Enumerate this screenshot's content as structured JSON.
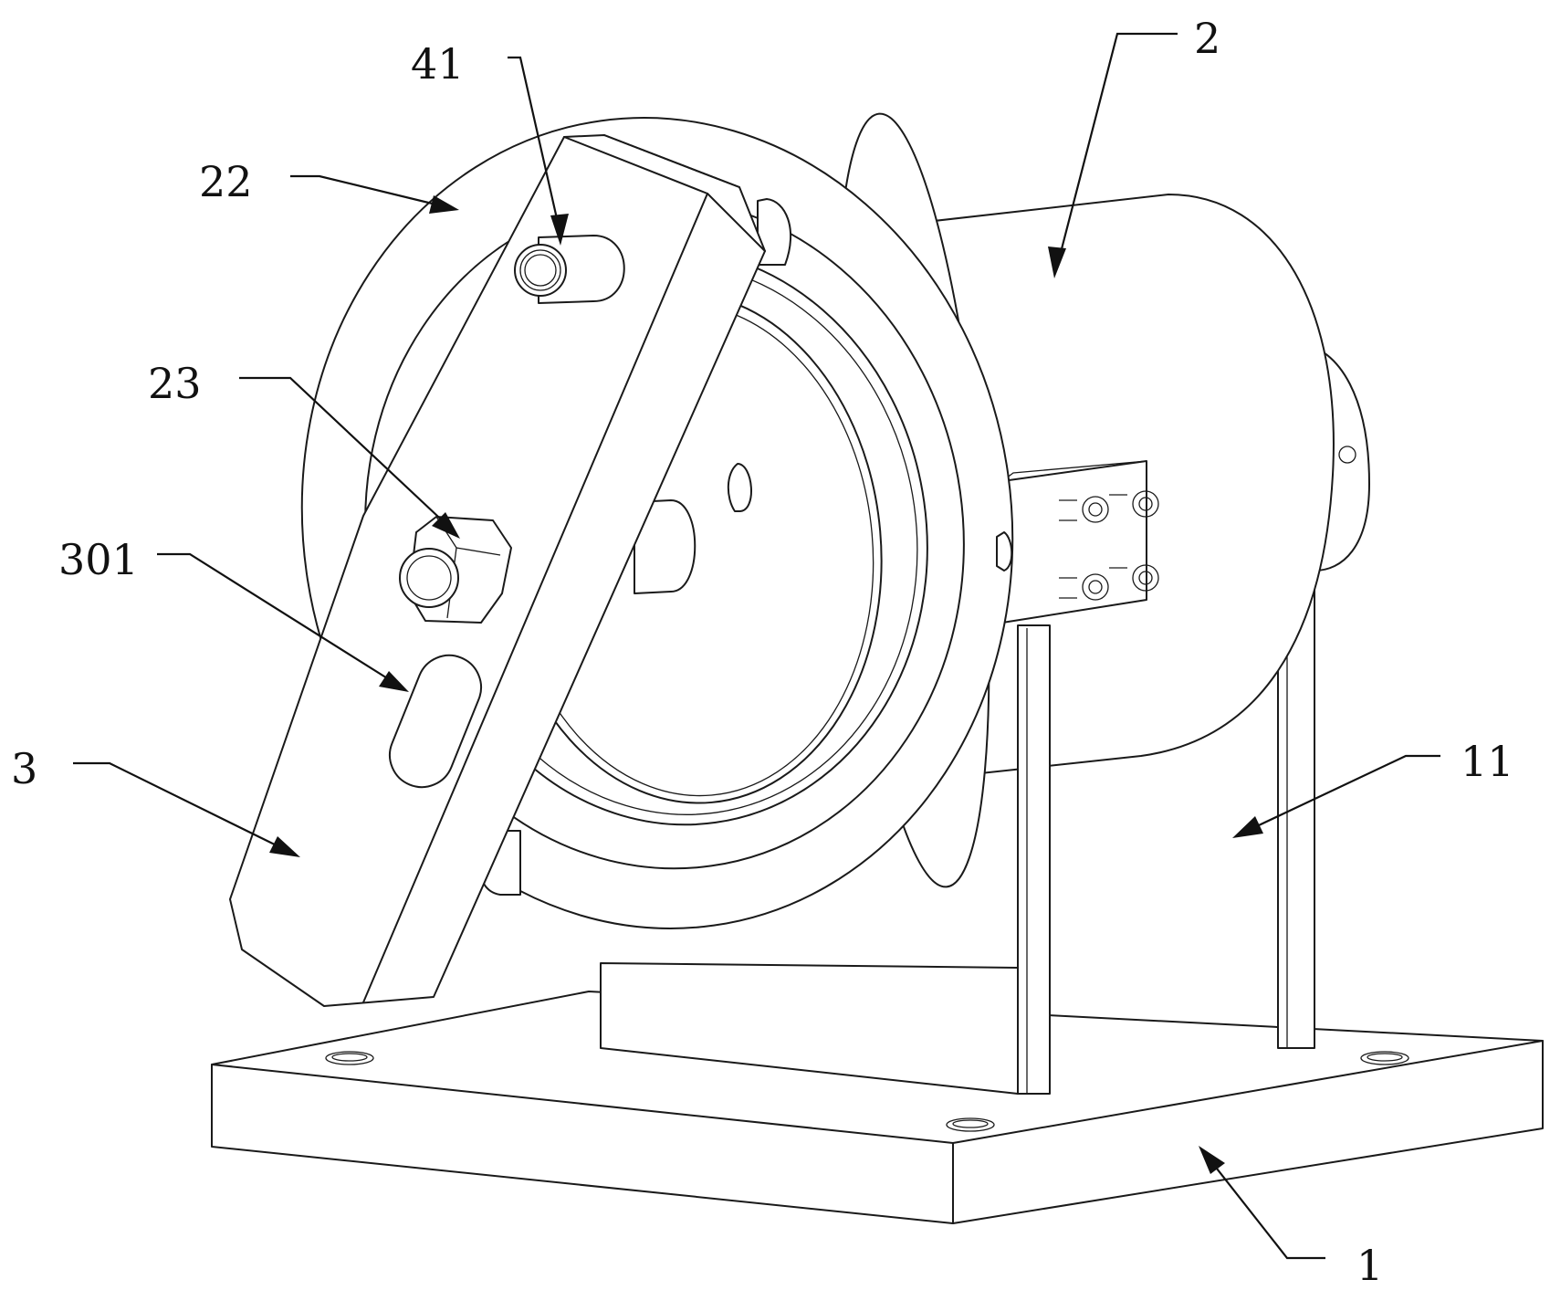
{
  "figure": {
    "labels": {
      "l41": "41",
      "l2": "2",
      "l22": "22",
      "l23": "23",
      "l301": "301",
      "l3": "3",
      "l11": "11",
      "l1": "1"
    },
    "colors": {
      "line": "#1a1a1a",
      "background": "#ffffff"
    }
  }
}
